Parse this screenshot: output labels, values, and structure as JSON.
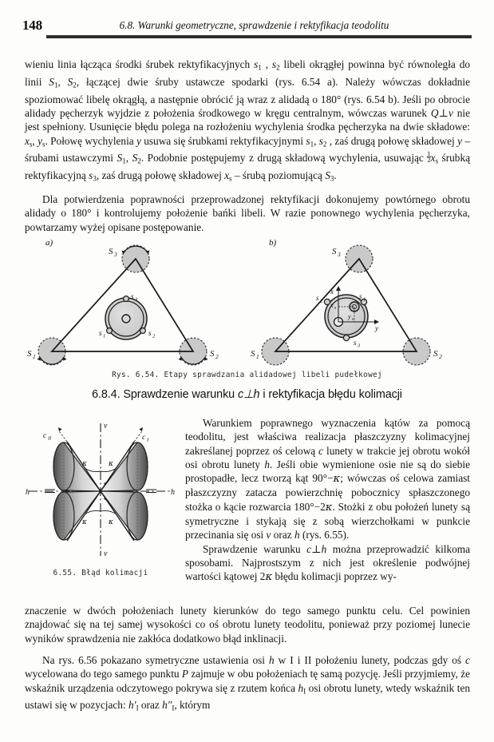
{
  "page": {
    "folio": "148",
    "running_head": "6.8. Warunki geometryczne, sprawdzenie i rektyfikacja teodolitu"
  },
  "body": {
    "para1_runon": "wieniu linia łącząca środki śrubek rektyfikacyjnych s₁ , s₂ libeli okrągłej powinna być równoległa do linii S₁, S₂, łączącej dwie śruby ustawcze spodarki (rys. 6.54 a). Należy wówczas dokładnie spoziomować libelę okrągłą, a następnie obrócić ją wraz z alidadą o 180° (rys. 6.54 b). Jeśli po obrocie alidady pęcherzyk wyjdzie z położenia środkowego w kręgu centralnym, wówczas warunek Q⊥v nie jest spełniony. Usunięcie błędu polega na rozłożeniu wychylenia środka pęcherzyka na dwie składowe: xₛ, yₛ. Połowę wychylenia y usuwa się śrubkami rektyfikacyjnymi s₁, s₂ , zaś drugą połowę składowej y – śrubami ustawczymi S₁, S₂. Podobnie postępujemy z drugą składową wychylenia, usuwając ½xₛ śrubką rektyfikacyjną s₃, zaś drugą połowę składowej xₛ – śrubą poziomującą S₃.",
    "para2": "Dla potwierdzenia poprawności przeprowadzonej rektyfikacji dokonujemy powtórnego obrotu alidady o 180° i kontrolujemy położenie bańki libeli. W razie ponownego wychylenia pęcherzyka, powtarzamy wyżej opisane postępowanie.",
    "para3": "Warunkiem poprawnego wyznaczenia kątów za pomocą teodolitu, jest właściwa realizacja płaszczyzny kolimacyjnej zakreślanej poprzez oś celową c lunety w trakcie jej obrotu wokół osi obrotu lunety h. Jeśli obie wymienione osie nie są do siebie prostopadłe, lecz tworzą kąt 90°−κ; wówczas oś celowa zamiast płaszczyzny zatacza powierzchnię pobocznicy spłaszczonego stożka o kącie rozwarcia 180°−2κ. Stożki z obu położeń lunety są symetryczne i stykają się z sobą wierzchołkami w punkcie przecinania się osi v oraz h (rys. 6.55).",
    "para4": "Sprawdzenie warunku c⊥h można przeprowadzić kilkoma sposobami. Najprostszym z nich jest określenie podwójnej wartości kątowej 2κ błędu kolimacji poprzez wyznaczenie w dwóch położeniach lunety kierunków do tego samego punktu celu. Cel powinien znajdować się na tej samej wysokości co oś obrotu lunety teodolitu, ponieważ przy poziomej lunecie wyników sprawdzenia nie zakłóca dodatkowo błąd inklinacji.",
    "para5": "Na rys. 6.56 pokazano symetryczne ustawienia osi h w I i II położeniu lunety, podczas gdy oś c wycelowana do tego samego punktu P zajmuje w obu położeniach tę samą pozycję. Jeśli przyjmiemy, że wskaźnik urządzenia odczytowego pokrywa się z rzutem końca h₁ osi obrotu lunety, wtedy wskaźnik ten ustawi się w pozycjach: h′₁ oraz h″₁, którym"
  },
  "heading": {
    "number": "6.8.4.",
    "text_before": "Sprawdzenie warunku",
    "symbol": "c⊥h",
    "text_after": "i rektyfikacja błędu kolimacji"
  },
  "figures": {
    "fig54": {
      "caption": "Rys. 6.54. Etapy sprawdzania alidadowej libeli pudełkowej",
      "panel_a_label": "a)",
      "panel_b_label": "b)",
      "panel_a": {
        "big_screws": [
          "S₃",
          "S₁",
          "S₂"
        ],
        "small_screws": [
          "s₃",
          "s₁",
          "s₂"
        ]
      },
      "panel_b": {
        "big_screws": [
          "S₃",
          "S₁",
          "S₂"
        ],
        "small_screws": [
          "s₂",
          "s₁",
          "s₃"
        ],
        "axes": [
          "x",
          "y"
        ],
        "components": [
          "xₛ",
          "yₛ"
        ]
      }
    },
    "fig55": {
      "caption": "6.55. Błąd kolimacji",
      "labels": {
        "axis_v_top": "v",
        "axis_v_bottom": "v",
        "axis_h_left": "h",
        "axis_h_right": "h",
        "cone_left": "cₗₗ",
        "cone_right": "cₗ",
        "angle": "κ"
      }
    }
  },
  "colors": {
    "ink": "#141414",
    "rule": "#1a1a1a",
    "fig_fill": "#c8c8c8",
    "fig_line": "#1e1e1e",
    "paper": "#fdfdfc"
  }
}
